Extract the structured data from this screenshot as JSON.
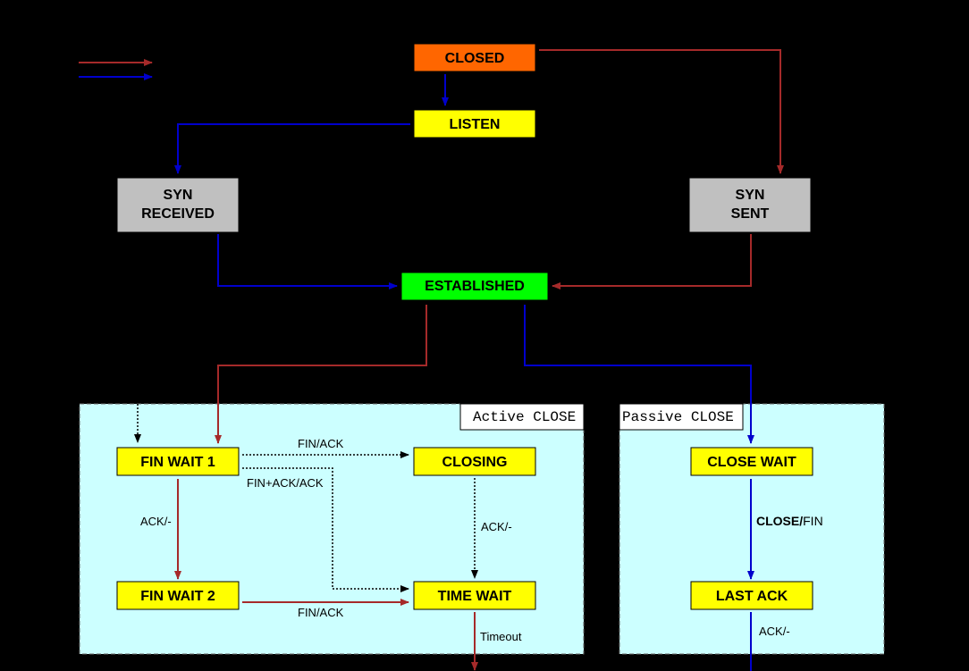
{
  "colors": {
    "background": "#000000",
    "client_arrow": "#a52a2a",
    "server_arrow": "#0000cc",
    "closed": "#ff6600",
    "listen_wait": "#ffff00",
    "syn": "#c0c0c0",
    "established": "#00ff00",
    "region": "#ccffff"
  },
  "legend": [
    {
      "label": "",
      "color": "#a52a2a"
    },
    {
      "label": "",
      "color": "#0000cc"
    }
  ],
  "states": {
    "closed": "CLOSED",
    "listen": "LISTEN",
    "syn_received_1": "SYN",
    "syn_received_2": "RECEIVED",
    "syn_sent_1": "SYN",
    "syn_sent_2": "SENT",
    "established": "ESTABLISHED",
    "fin_wait_1": "FIN WAIT 1",
    "fin_wait_2": "FIN WAIT 2",
    "closing": "CLOSING",
    "time_wait": "TIME WAIT",
    "close_wait": "CLOSE WAIT",
    "last_ack": "LAST ACK"
  },
  "regions": {
    "active": "Active CLOSE",
    "passive": "Passive CLOSE"
  },
  "transitions": {
    "fin_ack_top": "FIN/ACK",
    "fin_ack_ack": "FIN+ACK/ACK",
    "ack_fw1": "ACK/-",
    "ack_closing": "ACK/-",
    "fin_ack_bottom": "FIN/ACK",
    "timeout": "Timeout",
    "close_bold": "CLOSE/",
    "close_fin": "FIN",
    "ack_last": "ACK/-"
  }
}
